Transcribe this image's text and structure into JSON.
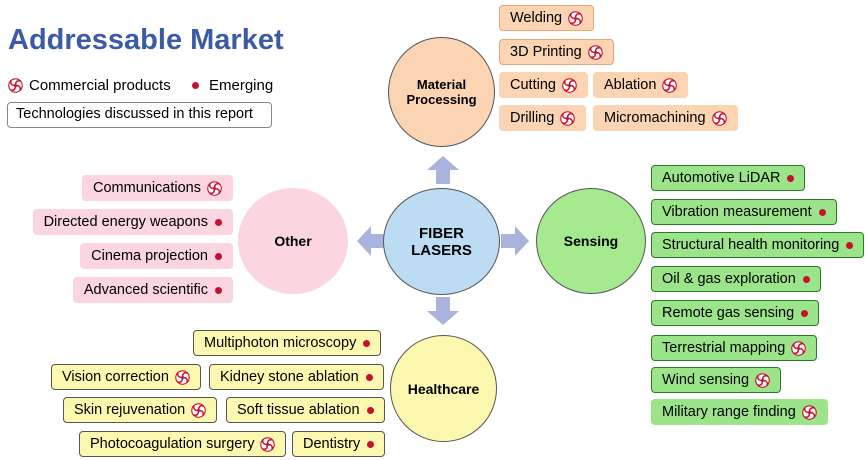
{
  "title": "Addressable Market",
  "legend": {
    "commercial": "Commercial products",
    "emerging": "Emerging",
    "technologies": "Technologies discussed in this report"
  },
  "colors": {
    "title": "#3b5ba5",
    "material_processing": "#fbd4b4",
    "other": "#fbd5e0",
    "sensing": "#9be48a",
    "healthcare": "#fdf8b0",
    "center": "#bcdcf4",
    "emerging_dot": "#c8102e",
    "arrow": "#a9b3dc"
  },
  "center": {
    "label": "FIBER\nLASERS"
  },
  "categories": {
    "material_processing": {
      "label": "Material\nProcessing",
      "items": [
        {
          "text": "Welding",
          "marker": "commercial"
        },
        {
          "text": "3D Printing",
          "marker": "commercial"
        },
        {
          "text": "Cutting",
          "marker": "commercial"
        },
        {
          "text": "Ablation",
          "marker": "commercial"
        },
        {
          "text": "Drilling",
          "marker": "commercial"
        },
        {
          "text": "Micromachining",
          "marker": "commercial"
        }
      ]
    },
    "other": {
      "label": "Other",
      "items": [
        {
          "text": "Communications",
          "marker": "commercial"
        },
        {
          "text": "Directed energy weapons",
          "marker": "emerging"
        },
        {
          "text": "Cinema projection",
          "marker": "emerging"
        },
        {
          "text": "Advanced scientific",
          "marker": "emerging"
        }
      ]
    },
    "sensing": {
      "label": "Sensing",
      "items": [
        {
          "text": "Automotive LiDAR",
          "marker": "emerging"
        },
        {
          "text": "Vibration measurement",
          "marker": "emerging"
        },
        {
          "text": "Structural health monitoring",
          "marker": "emerging"
        },
        {
          "text": "Oil & gas exploration",
          "marker": "emerging"
        },
        {
          "text": "Remote gas sensing",
          "marker": "emerging"
        },
        {
          "text": "Terrestrial mapping",
          "marker": "commercial"
        },
        {
          "text": "Wind sensing",
          "marker": "commercial"
        },
        {
          "text": "Military range finding",
          "marker": "commercial"
        }
      ]
    },
    "healthcare": {
      "label": "Healthcare",
      "items": [
        {
          "text": "Multiphoton microscopy",
          "marker": "emerging"
        },
        {
          "text": "Vision correction",
          "marker": "commercial"
        },
        {
          "text": "Kidney stone ablation",
          "marker": "emerging"
        },
        {
          "text": "Skin rejuvenation",
          "marker": "commercial"
        },
        {
          "text": "Soft tissue ablation",
          "marker": "emerging"
        },
        {
          "text": "Photocoagulation surgery",
          "marker": "commercial"
        },
        {
          "text": "Dentistry",
          "marker": "emerging"
        }
      ]
    }
  }
}
